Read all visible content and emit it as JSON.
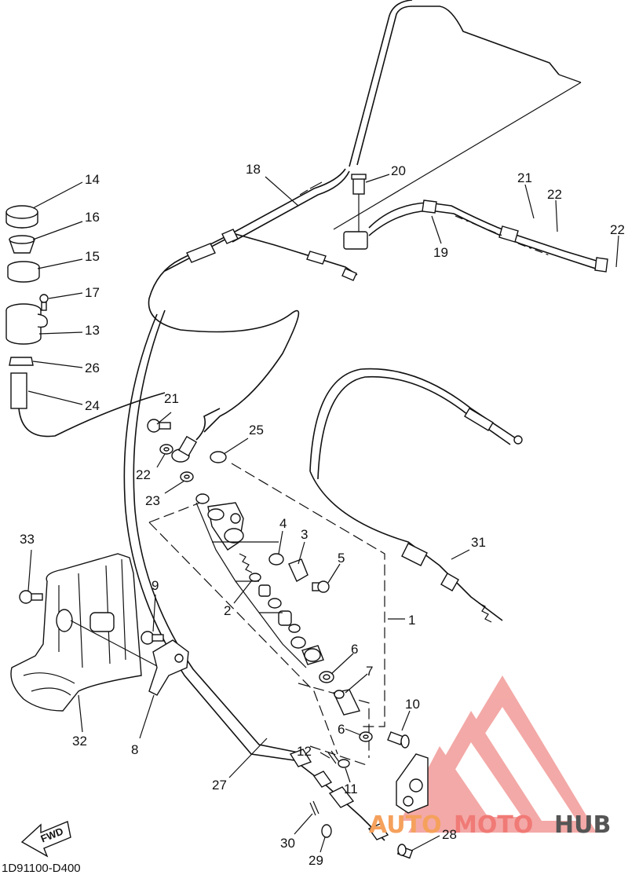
{
  "diagram_code": "1D91100-D400",
  "fwd_label": "FWD",
  "watermark": {
    "part1": "AUTO",
    "part2": "MOTO",
    "part3": "HUB"
  },
  "callouts": {
    "c1": "1",
    "c2": "2",
    "c3": "3",
    "c4": "4",
    "c5": "5",
    "c6a": "6",
    "c6b": "6",
    "c7": "7",
    "c8": "8",
    "c9": "9",
    "c10": "10",
    "c11": "11",
    "c12": "12",
    "c13": "13",
    "c14": "14",
    "c15": "15",
    "c16": "16",
    "c17": "17",
    "c18": "18",
    "c19": "19",
    "c20": "20",
    "c21a": "21",
    "c21b": "21",
    "c22a": "22",
    "c22b": "22",
    "c22c": "22",
    "c23": "23",
    "c24": "24",
    "c25": "25",
    "c26": "26",
    "c27": "27",
    "c28": "28",
    "c29": "29",
    "c30": "30",
    "c31": "31",
    "c32": "32",
    "c33": "33"
  },
  "colors": {
    "line": "#111111",
    "watermark_red": "#f07a76",
    "watermark_orange": "#f5a15c"
  }
}
